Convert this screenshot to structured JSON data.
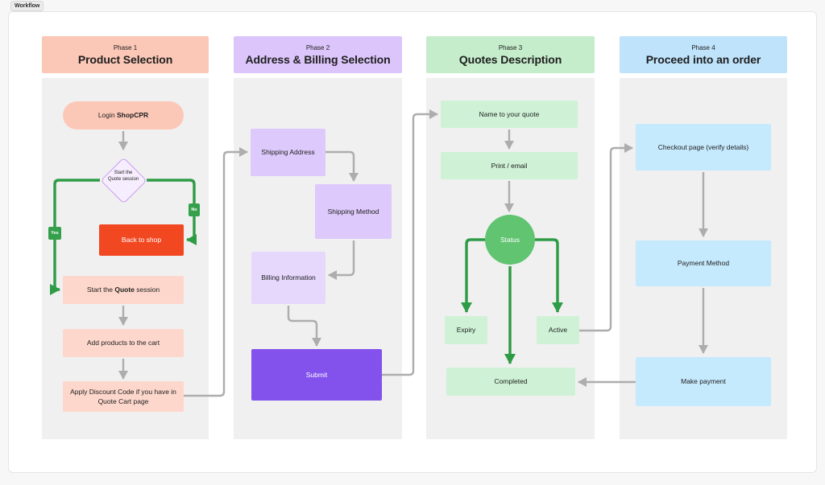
{
  "app": {
    "workflow_label": "Workflow"
  },
  "colors": {
    "phase1_accent": "#FBC7B6",
    "phase1_node": "#FDD7CC",
    "danger_node": "#F24822",
    "decision_fill": "#F6EDFE",
    "decision_border": "#C89BF1",
    "phase2_accent": "#DBC5FA",
    "phase2_node": "#DDC9FB",
    "phase2_node_light": "#E6D8FD",
    "submit_node": "#8352EC",
    "phase3_accent": "#C5EDCB",
    "phase3_node": "#CFF2D6",
    "status_node": "#60C471",
    "green_edge": "#2E9B45",
    "phase4_accent": "#BEE3FB",
    "phase4_node": "#C5E9FD",
    "gray_edge": "#ADADAD"
  },
  "phases": [
    {
      "label": "Phase 1",
      "title": "Product Selection"
    },
    {
      "label": "Phase 2",
      "title": "Address & Billing Selection"
    },
    {
      "label": "Phase 3",
      "title": "Quotes Description"
    },
    {
      "label": "Phase 4",
      "title": "Proceed into an order"
    }
  ],
  "nodes": {
    "login": {
      "pre": "Login ",
      "bold": "ShopCPR",
      "post": ""
    },
    "decision": {
      "label": "Start the Quote session"
    },
    "back_to_shop": {
      "label": "Back to shop"
    },
    "start_quote": {
      "pre": "Start the ",
      "bold": "Quote",
      "post": " session"
    },
    "add_products": {
      "label": "Add products to the cart"
    },
    "apply_discount": {
      "label": "Apply Discount Code if you have in Quote Cart page"
    },
    "shipping_address": {
      "label": "Shipping Address"
    },
    "shipping_method": {
      "label": "Shipping Method"
    },
    "billing_information": {
      "label": "Billing Information"
    },
    "submit": {
      "label": "Submit"
    },
    "name_quote": {
      "label": "Name to your quote"
    },
    "print_email": {
      "label": "Print / email"
    },
    "status": {
      "label": "Status"
    },
    "expiry": {
      "label": "Expiry"
    },
    "active": {
      "label": "Active"
    },
    "completed": {
      "label": "Completed"
    },
    "checkout": {
      "label": "Checkout page (verify details)"
    },
    "payment_method": {
      "label": "Payment Method"
    },
    "make_payment": {
      "label": "Make payment"
    }
  },
  "edge_labels": {
    "yes": "Yes",
    "no": "No"
  }
}
